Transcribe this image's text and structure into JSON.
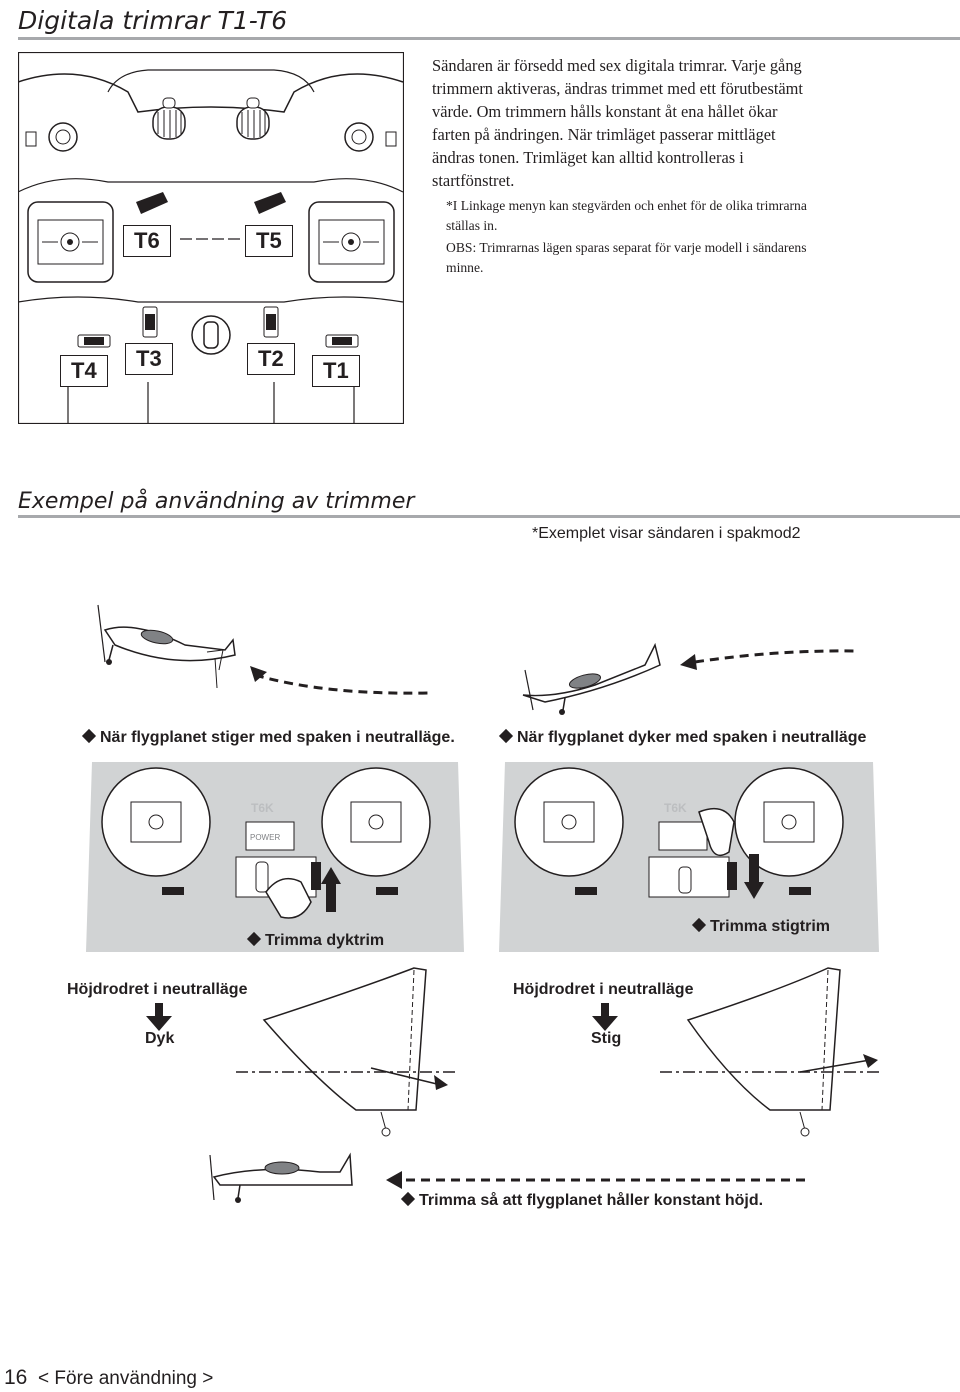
{
  "header": {
    "title": "Digitala trimrar T1-T6"
  },
  "intro": {
    "paragraph": "Sändaren är försedd med sex digitala trimrar. Varje gång trimmern aktiveras, ändras trimmet med ett förutbestämt värde. Om trimmern hålls konstant åt ena hållet ökar farten på ändringen. När trimläget passerar mittläget ändras tonen. Trimläget kan alltid kontrolleras i startfönstret.",
    "note1": "*I Linkage menyn kan stegvärden och enhet för de olika trimrarna ställas in.",
    "note2": "OBS: Trimrarnas lägen sparas separat för varje modell i sändarens minne."
  },
  "transmitter_labels": {
    "t1": "T1",
    "t2": "T2",
    "t3": "T3",
    "t4": "T4",
    "t5": "T5",
    "t6": "T6"
  },
  "example": {
    "title": "Exempel på användning av trimmer",
    "mode_note": "*Exemplet visar sändaren i spakmod2",
    "left": {
      "caption": "När flygplanet stiger med spaken i neutralläge.",
      "trim_caption": "Trimma dyktrim",
      "elevator_label": "Höjdrodret i neutralläge",
      "direction_label": "Dyk"
    },
    "right": {
      "caption": "När flygplanet dyker med spaken i neutralläge",
      "trim_caption": "Trimma stigtrim",
      "elevator_label": "Höjdrodret i neutralläge",
      "direction_label": "Stig"
    },
    "result_caption": "Trimma så att flygplanet håller konstant höjd.",
    "transmitter_brand": "T6K",
    "power_label": "POWER"
  },
  "footer": {
    "page_number": "16",
    "section": "Före användning"
  }
}
